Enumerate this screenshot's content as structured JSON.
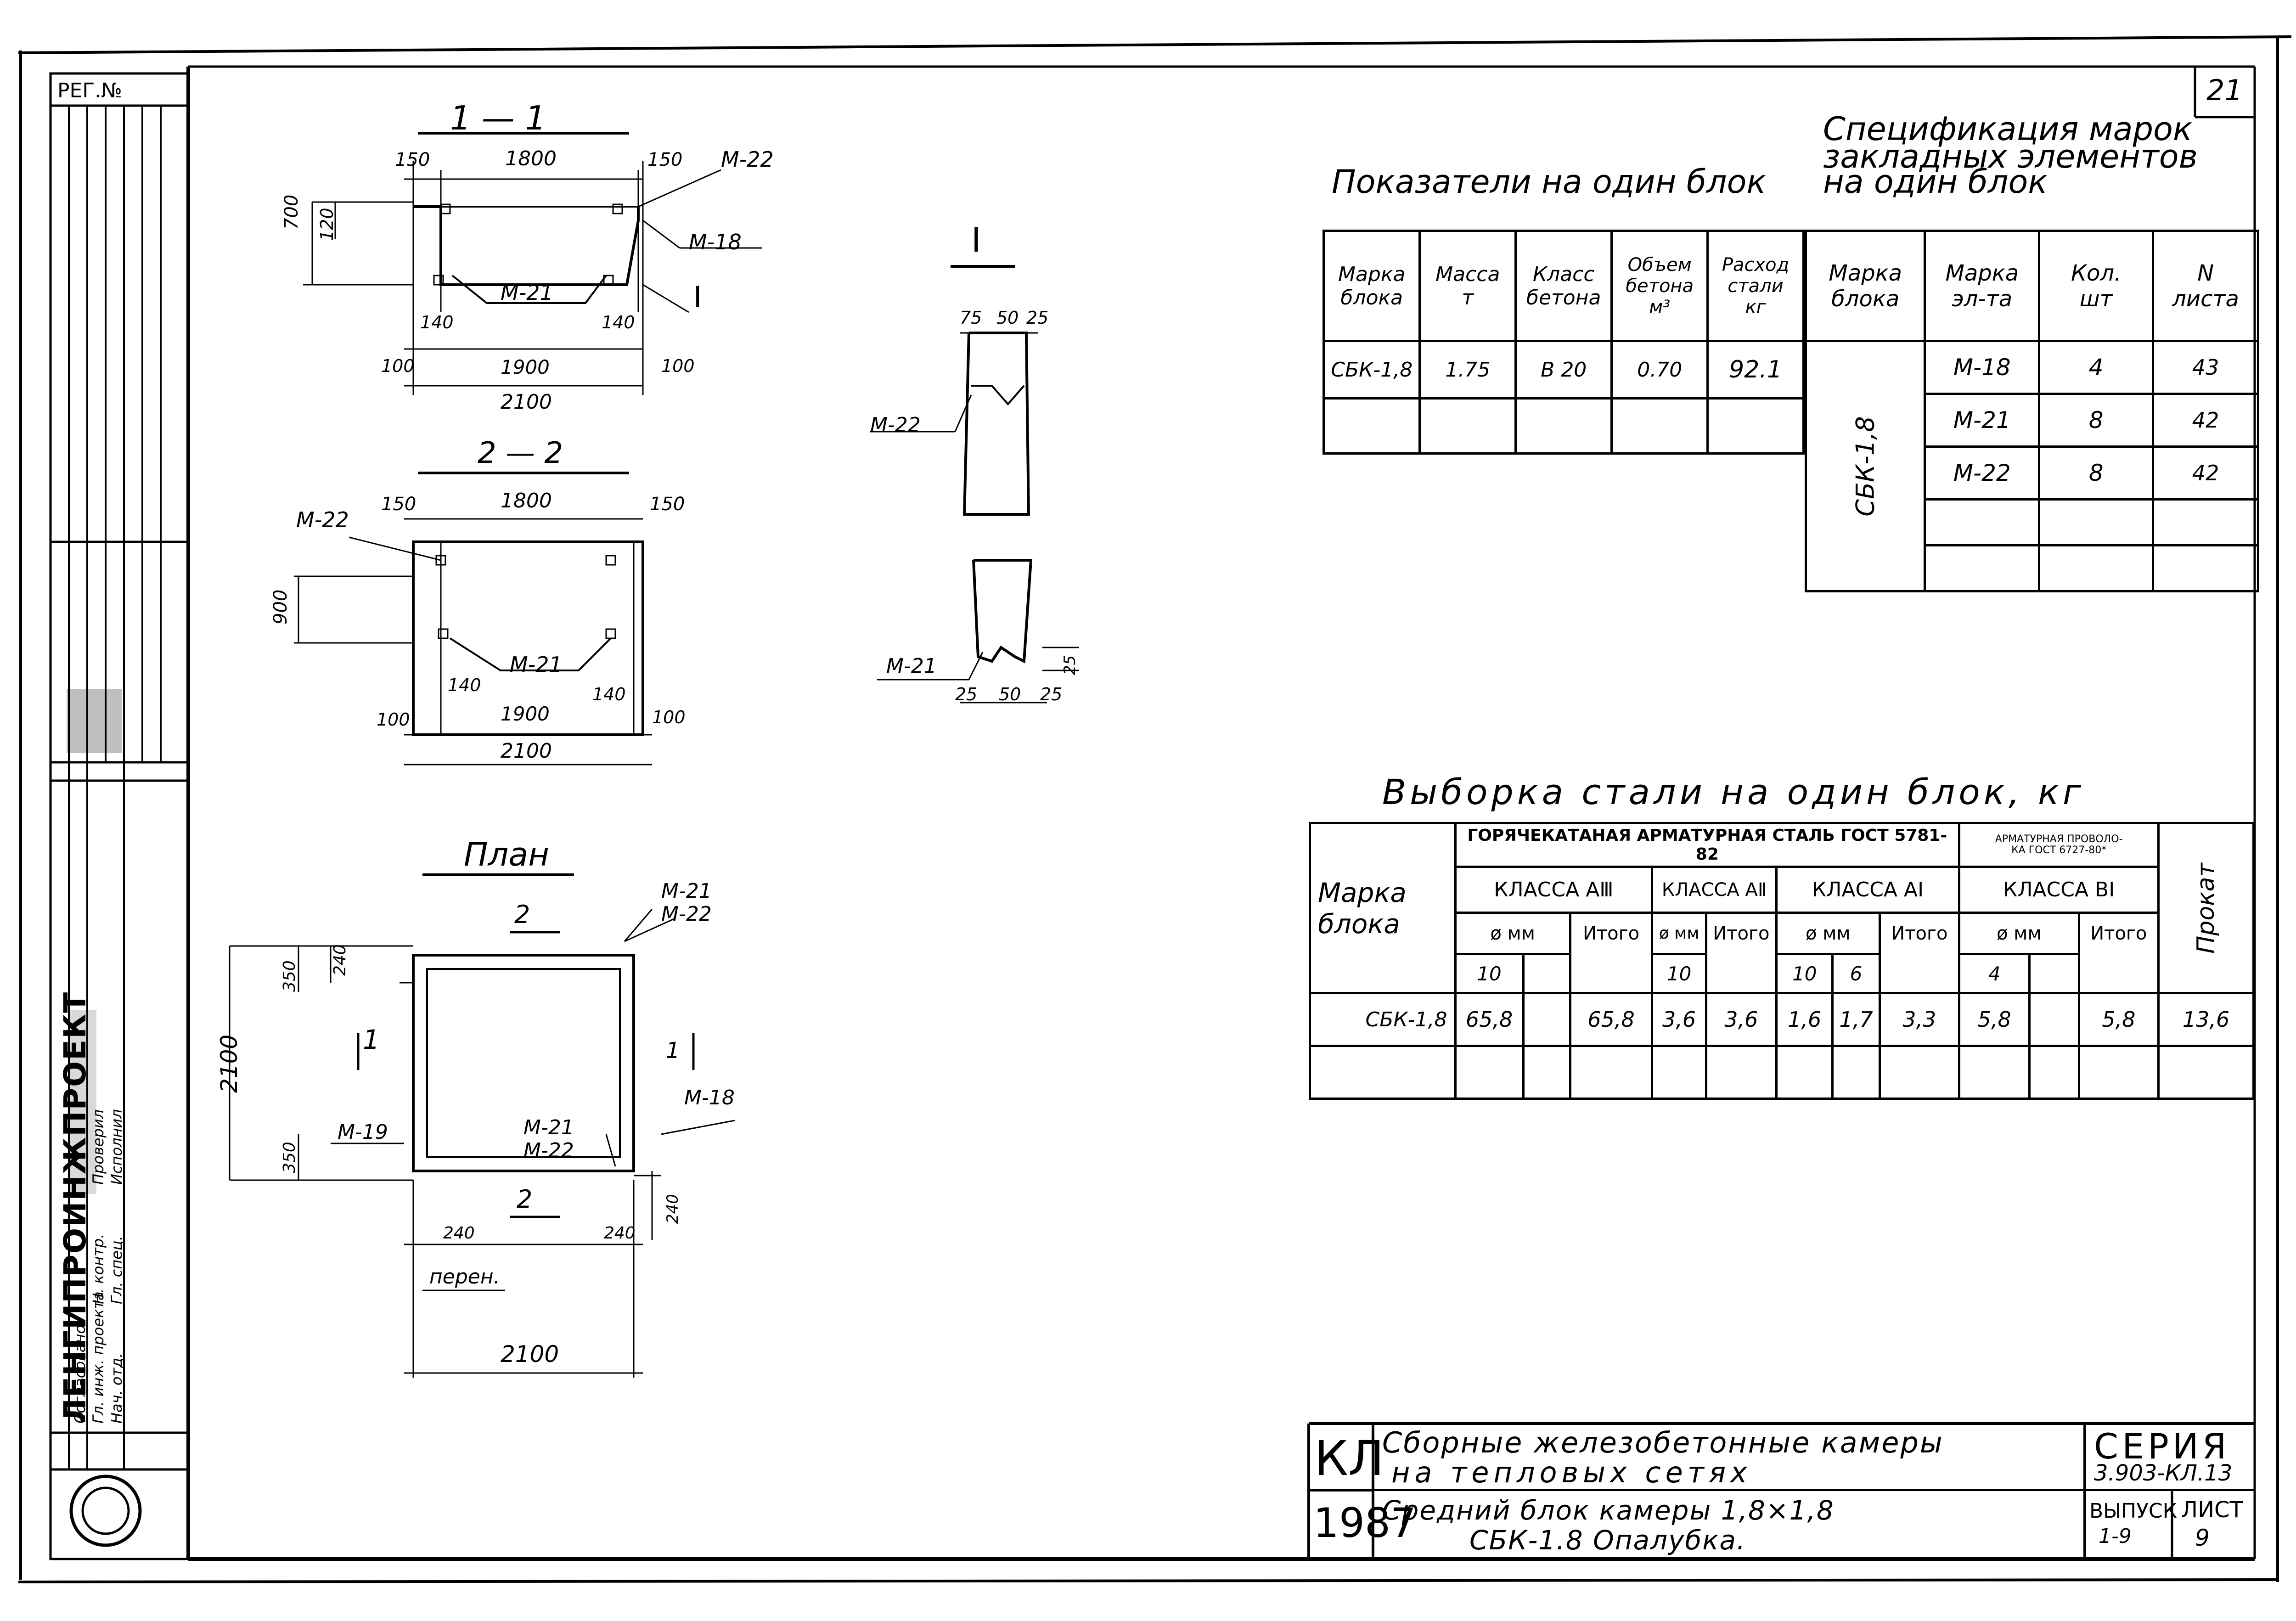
{
  "sheet": {
    "number": "21"
  },
  "side_stamp": {
    "reg_no": "РЕГ.№",
    "rows": [
      "Согласовано",
      "Гл. инж. проекта",
      "Н. контр.",
      "Проверил",
      "Исполнил",
      "Нач. отд.",
      "Гл. спец."
    ],
    "org": "ЛЕНГИПРОИНЖПРОЕКТ"
  },
  "section_11": {
    "title": "1 — 1",
    "dims": {
      "top_left": "150",
      "top_mid": "1800",
      "top_right": "150",
      "height": "700",
      "inner": "120",
      "gap_left": "140",
      "gap_right": "140",
      "bot_left": "100",
      "bot_mid": "1900",
      "bot_right": "100",
      "total": "2100"
    },
    "marks": {
      "m22": "М-22",
      "m18": "М-18",
      "m21": "М-21",
      "node": "I"
    }
  },
  "section_22": {
    "title": "2 — 2",
    "dims": {
      "top_left": "150",
      "top_mid": "1800",
      "top_right": "150",
      "height": "900",
      "gap_left": "140",
      "gap_right": "140",
      "bot_left": "100",
      "bot_mid": "1900",
      "bot_right": "100",
      "total": "2100"
    },
    "marks": {
      "m22": "М-22",
      "m21": "М-21"
    }
  },
  "detail_I": {
    "title": "I",
    "dims_top": [
      "75",
      "50",
      "25"
    ],
    "dims_bot": [
      "25",
      "50",
      "25"
    ],
    "dim_side": "25",
    "marks": {
      "m22": "М-22",
      "m21": "М-21"
    }
  },
  "plan": {
    "title": "План",
    "cut_1": "1",
    "cut_2": "2",
    "dims": {
      "left_top": "350",
      "left_top_in": "240",
      "height": "2100",
      "left_bot": "350",
      "bot_left": "240",
      "bot_right": "240",
      "right_bot": "240",
      "width": "2100"
    },
    "marks": {
      "m21a": "М-21",
      "m22a": "М-22",
      "m19": "М-19",
      "m21b": "М-21",
      "m22b": "М-22",
      "m18": "М-18"
    },
    "note": "перен."
  },
  "spec_table": {
    "title_left": "Показатели на один блок",
    "title_right_1": "Спецификация марок",
    "title_right_2": "закладных элементов",
    "title_right_3": "на один блок",
    "headers": [
      [
        "Марка",
        "блока"
      ],
      [
        "Масса",
        "т"
      ],
      [
        "Класс",
        "бетона"
      ],
      [
        "Объем",
        "бетона",
        "м³"
      ],
      [
        "Расход",
        "стали",
        "кг"
      ]
    ],
    "row": [
      "СБК-1,8",
      "1.75",
      "В 20",
      "0.70",
      "92.1"
    ],
    "emb_headers": [
      [
        "Марка",
        "блока"
      ],
      [
        "Марка",
        "эл-та"
      ],
      [
        "Кол.",
        "шт"
      ],
      [
        "N",
        "листа"
      ]
    ],
    "emb_block": "СБК-1,8",
    "emb_rows": [
      [
        "М-18",
        "4",
        "43"
      ],
      [
        "М-21",
        "8",
        "42"
      ],
      [
        "М-22",
        "8",
        "42"
      ]
    ]
  },
  "steel_table": {
    "title": "Выборка стали на один блок, кг",
    "col_block": [
      "Марка",
      "блока"
    ],
    "group_hot": "ГОРЯЧЕКАТАНАЯ АРМАТУРНАЯ СТАЛЬ ГОСТ 5781-82",
    "group_wire": [
      "АРМАТУРНАЯ ПРОВОЛО-",
      "КА ГОСТ 6727-80*"
    ],
    "class_a3": "КЛАССА АⅢ",
    "class_a2": "КЛАССА АⅡ",
    "class_a1": "КЛАССА АⅠ",
    "class_b1": "КЛАССА ВⅠ",
    "dia": "ø мм",
    "total": "Итого",
    "prokat": "Прокат",
    "sizes": [
      "10",
      "10",
      "10",
      "6",
      "4"
    ],
    "row": [
      "СБК-1,8",
      "65,8",
      "65,8",
      "3,6",
      "3,6",
      "1,6",
      "1,7",
      "3,3",
      "5,8",
      "5,8",
      "13,6"
    ]
  },
  "title_block": {
    "code": "КЛ",
    "year": "1987",
    "title_1": "Сборные железобетонные камеры",
    "title_2": "на тепловых сетях",
    "sub_1": "Средний блок камеры 1,8×1,8",
    "sub_2": "СБК-1.8 Опалубка.",
    "series_label": "СЕРИЯ",
    "series": "3.903-КЛ.13",
    "issue_label": "ВЫПУСК",
    "issue": "1-9",
    "sheet_label": "ЛИСТ",
    "sheet": "9"
  }
}
